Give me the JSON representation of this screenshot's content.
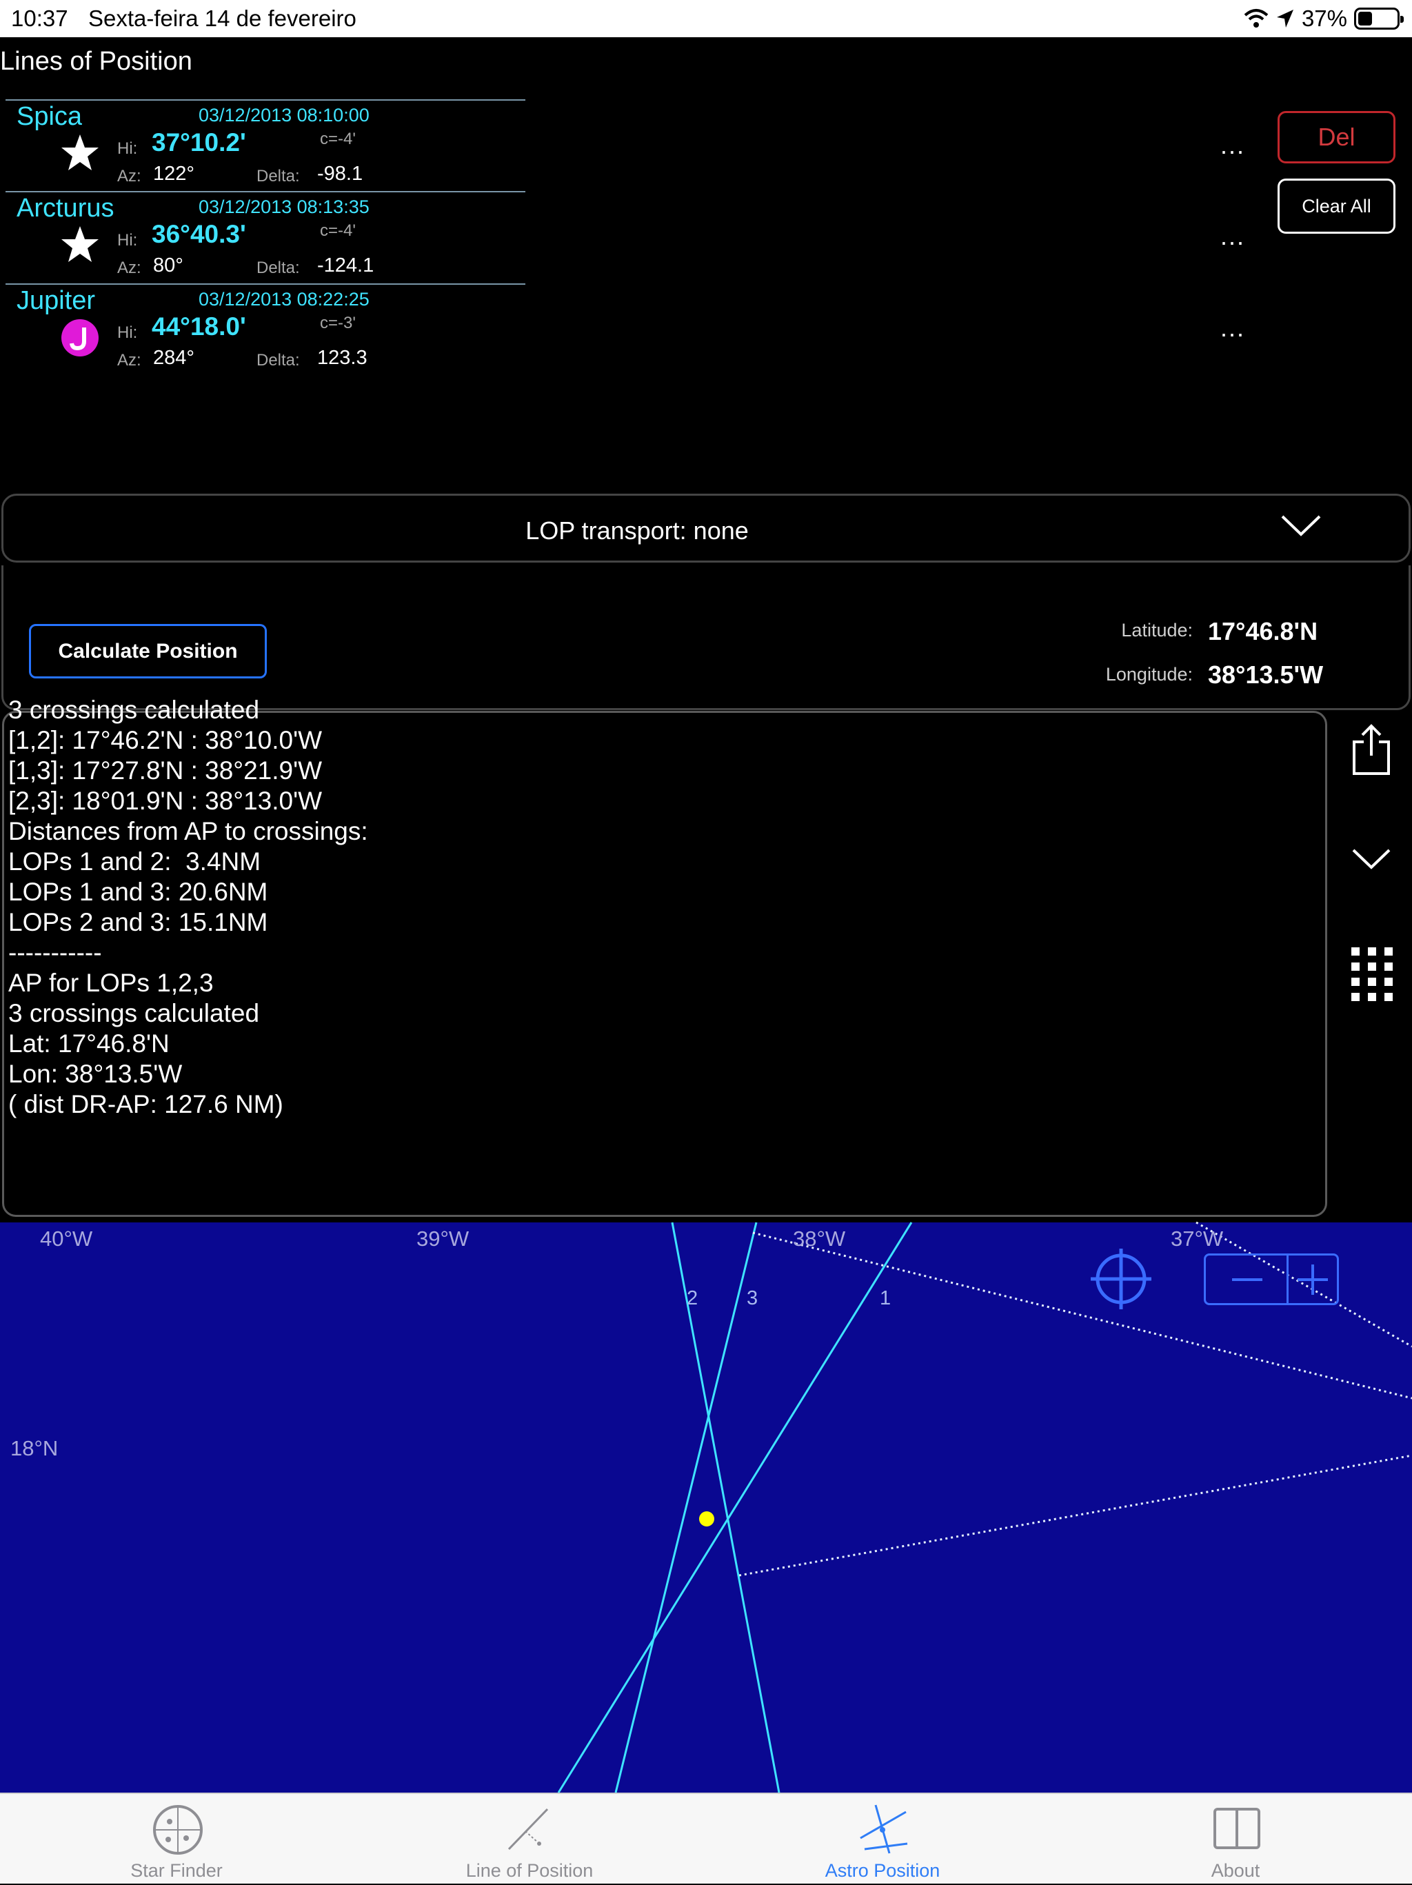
{
  "status_bar": {
    "time": "10:37",
    "date": "Sexta-feira 14 de fevereiro",
    "battery": "37%"
  },
  "lop_list": {
    "header": "Lines of Position",
    "rows": [
      {
        "name": "Spica",
        "date": "03/12/2013 08:10:00",
        "hi_label": "Hi:",
        "hi": "37°10.2'",
        "az_label": "Az:",
        "az": "122°",
        "c": "c=-4'",
        "delta_label": "Delta:",
        "delta": "-98.1",
        "icon": "star-icon",
        "more": "..."
      },
      {
        "name": "Arcturus",
        "date": "03/12/2013 08:13:35",
        "hi_label": "Hi:",
        "hi": "36°40.3'",
        "az_label": "Az:",
        "az": "80°",
        "c": "c=-4'",
        "delta_label": "Delta:",
        "delta": "-124.1",
        "icon": "star-icon",
        "more": "..."
      },
      {
        "name": "Jupiter",
        "date": "03/12/2013 08:22:25",
        "hi_label": "Hi:",
        "hi": "44°18.0'",
        "az_label": "Az:",
        "az": "284°",
        "c": "c=-3'",
        "delta_label": "Delta:",
        "delta": "123.3",
        "icon": "jupiter-icon",
        "more": "..."
      }
    ],
    "del_label": "Del",
    "clear_all_label": "Clear All"
  },
  "transport": {
    "label": "LOP transport: none"
  },
  "calc": {
    "button_label": "Calculate Position",
    "latitude_label": "Latitude:",
    "latitude": "17°46.8'N",
    "longitude_label": "Longitude:",
    "longitude": "38°13.5'W"
  },
  "results": {
    "lines": [
      "3 crossings calculated",
      "[1,2]: 17°46.2'N : 38°10.0'W",
      "[1,3]: 17°27.8'N : 38°21.9'W",
      "[2,3]: 18°01.9'N : 38°13.0'W",
      "Distances from AP to crossings:",
      "LOPs 1 and 2:  3.4NM",
      "LOPs 1 and 3: 20.6NM",
      "LOPs 2 and 3: 15.1NM",
      "-----------",
      "AP for LOPs 1,2,3",
      "3 crossings calculated",
      "Lat: 17°46.8'N",
      "Lon: 38°13.5'W",
      "( dist DR-AP: 127.6 NM)"
    ]
  },
  "map": {
    "lon_labels": [
      "40°W",
      "39°W",
      "38°W",
      "37°W"
    ],
    "lat_labels": [
      "18°N"
    ],
    "lop_numbers": [
      "1",
      "2",
      "3"
    ],
    "colors": {
      "background": "#0a0891",
      "lop_line": "#3fe3ff",
      "ap_dot": "#ffff00",
      "zoom": "#3a6cff"
    }
  },
  "tab_bar": {
    "tabs": [
      {
        "label": "Star Finder",
        "icon": "star-finder-icon",
        "active": false
      },
      {
        "label": "Line of Position",
        "icon": "line-of-position-icon",
        "active": false
      },
      {
        "label": "Astro Position",
        "icon": "astro-position-icon",
        "active": true
      },
      {
        "label": "About",
        "icon": "book-icon",
        "active": false
      }
    ]
  }
}
